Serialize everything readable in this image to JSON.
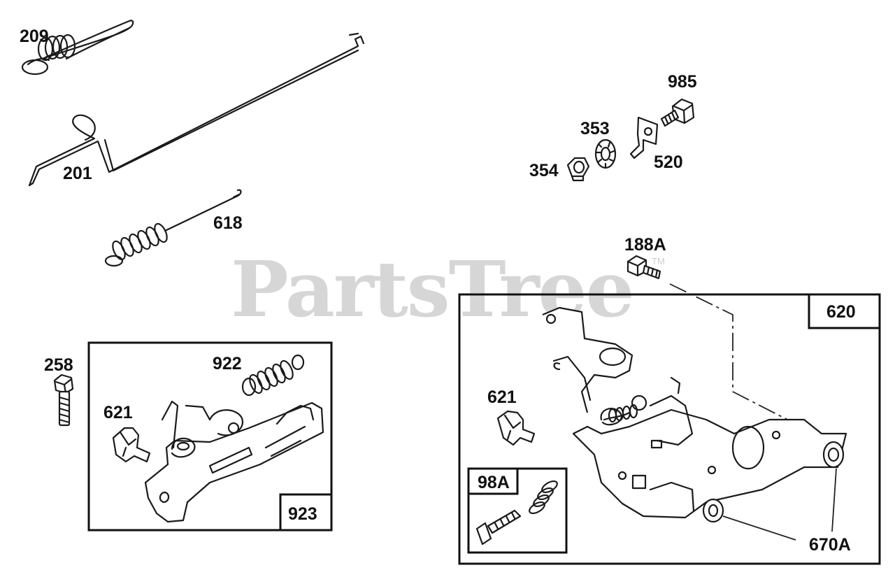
{
  "watermark": {
    "text": "PartsTree",
    "trademark": "TM"
  },
  "parts": {
    "p209": "209",
    "p201": "201",
    "p618": "618",
    "p985": "985",
    "p353": "353",
    "p354": "354",
    "p520": "520",
    "p188A": "188A",
    "p258": "258",
    "p922": "922",
    "p621_left": "621",
    "p923": "923",
    "p620": "620",
    "p621_right": "621",
    "p98A": "98A",
    "p670A": "670A"
  },
  "colors": {
    "ink": "#111111",
    "watermark": "#d6d6d6",
    "background": "#ffffff"
  }
}
